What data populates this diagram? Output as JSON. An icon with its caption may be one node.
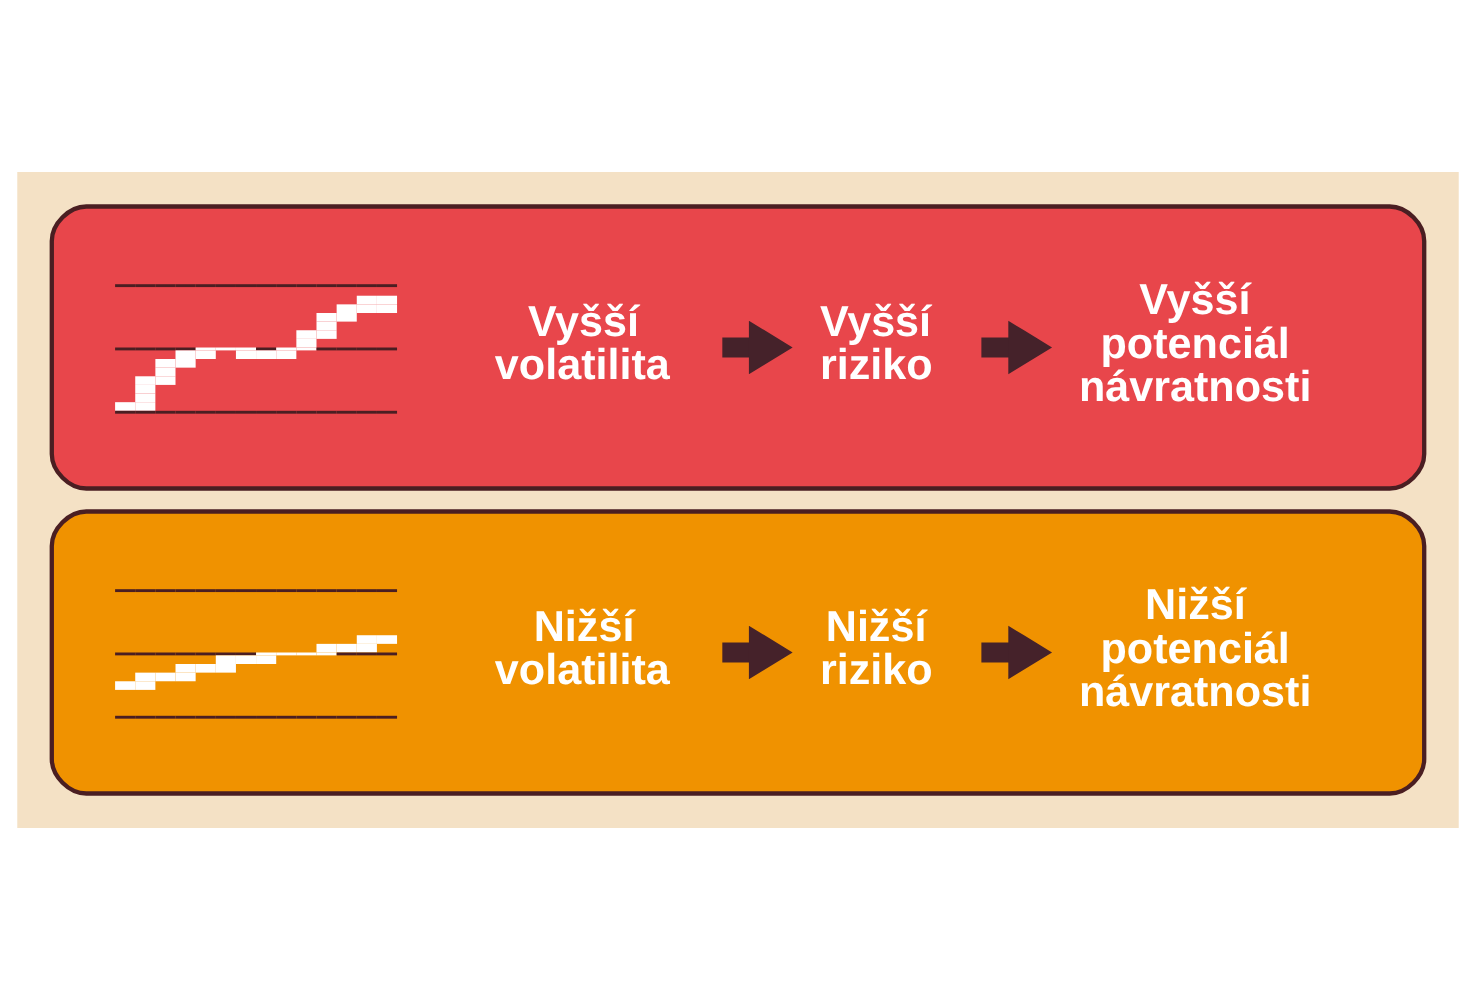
{
  "diagram": {
    "nodes": [
      {
        "text": [],
        "shape": "box"
      },
      {
        "text": [],
        "shape": "picture",
        "in": 0
      },
      {
        "text": [
          "Vyšší volatilita"
        ],
        "in": 0
      },
      {
        "text": [
          "Vyšší riziko"
        ],
        "in": 0
      },
      {
        "text": [
          "Vyšší potenciál návratnosti"
        ],
        "in": 0
      },
      {
        "text": [],
        "shape": "box"
      },
      {
        "text": [],
        "shape": "picture",
        "in": 5
      },
      {
        "text": [
          "Nižší volatilita"
        ],
        "in": 5
      },
      {
        "text": [
          "Nižší riziko"
        ],
        "in": 5
      },
      {
        "text": [
          "Nižší potenciál návratnosti"
        ],
        "in": 5
      }
    ],
    "edges": [
      {
        "from": 2,
        "to": 3,
        "arrow": "to"
      },
      {
        "from": 3,
        "to": 4,
        "arrow": "to"
      },
      {
        "from": 7,
        "to": 8,
        "arrow": "to"
      },
      {
        "from": 8,
        "to": 9,
        "arrow": "to"
      }
    ]
  }
}
